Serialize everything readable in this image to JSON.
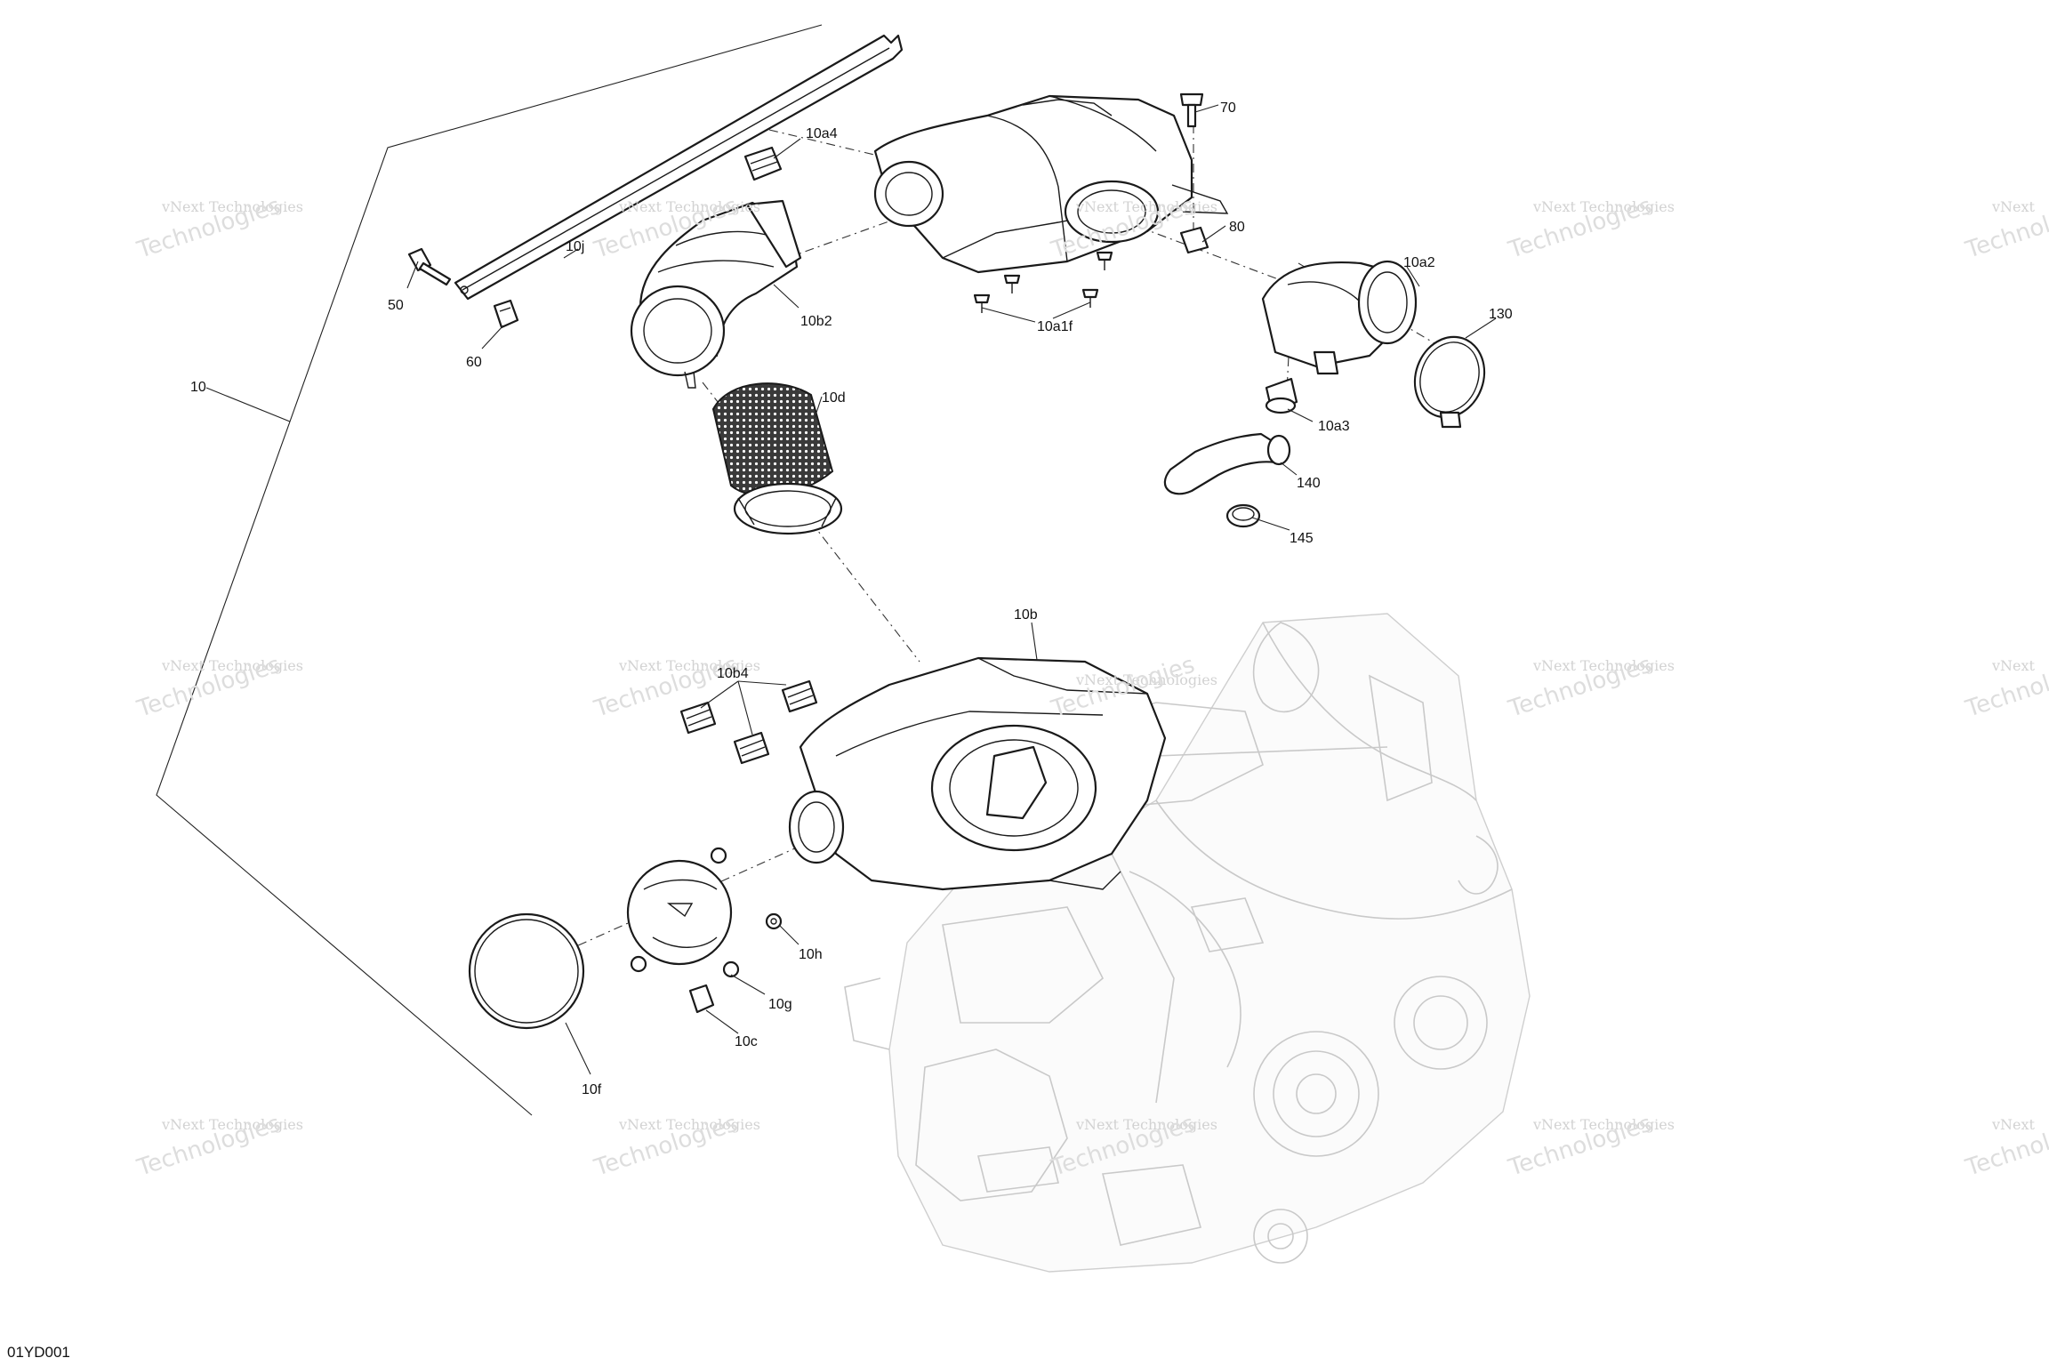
{
  "diagram_code": "01YD001",
  "watermark": {
    "line1": "vNext Technologies",
    "line2": "Technologies",
    "line3": "vNext"
  },
  "callouts": {
    "c10": "10",
    "c10j": "10j",
    "c50": "50",
    "c60": "60",
    "c10a4": "10a4",
    "c10b2": "10b2",
    "c10d": "10d",
    "c70": "70",
    "c80": "80",
    "c10a1f": "10a1f",
    "c10a2": "10a2",
    "c130": "130",
    "c10a3": "10a3",
    "c140": "140",
    "c145": "145",
    "c10b": "10b",
    "c10b4": "10b4",
    "c10h": "10h",
    "c10g": "10g",
    "c10c": "10c",
    "c10f": "10f"
  }
}
